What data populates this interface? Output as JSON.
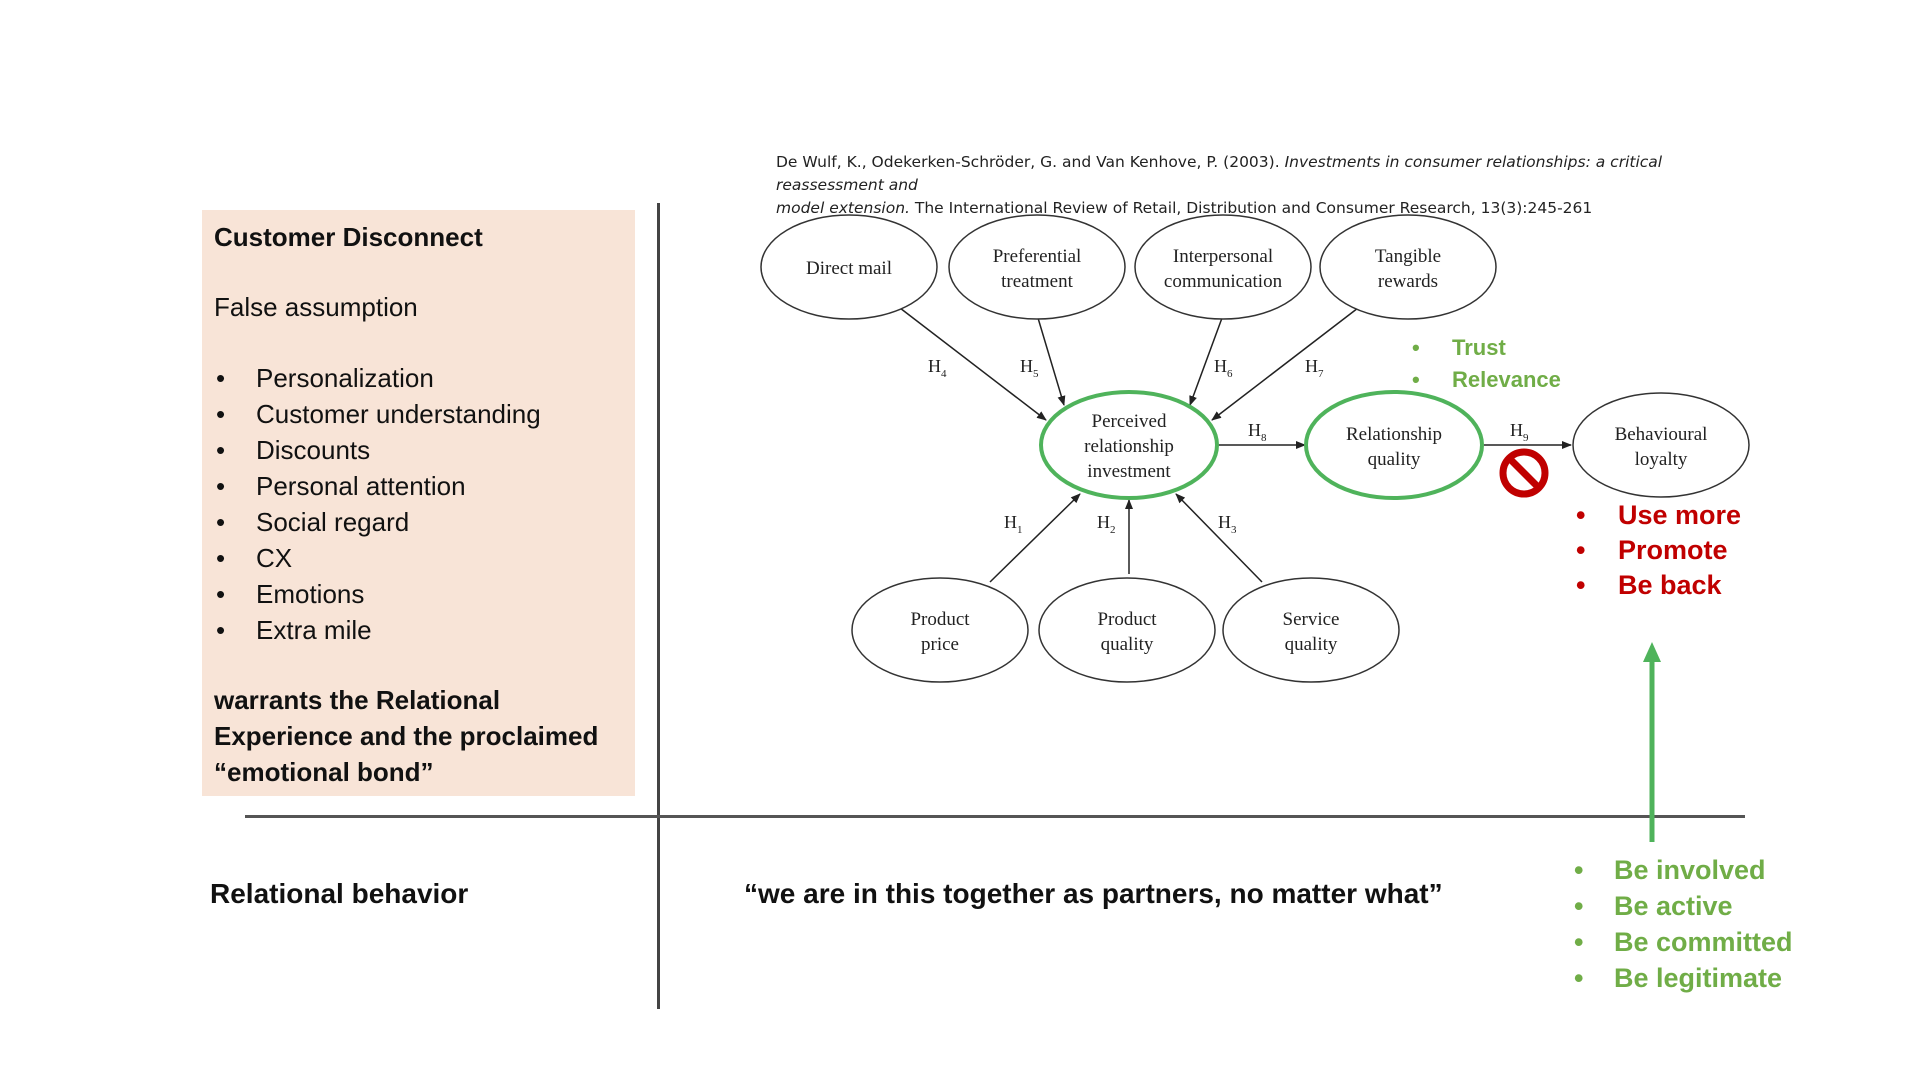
{
  "left_panel": {
    "title": "Customer Disconnect",
    "subtitle": "False assumption",
    "items": [
      "Personalization",
      "Customer understanding",
      "Discounts",
      "Personal attention",
      "Social regard",
      "CX",
      "Emotions",
      "Extra mile"
    ],
    "footer": [
      "warrants the Relational",
      "Experience and the proclaimed",
      "“emotional bond”"
    ]
  },
  "bottom": {
    "left_label": "Relational behavior",
    "quote": "“we are in this together as partners, no matter what”"
  },
  "citation": {
    "authors": "De Wulf, K., Odekerken-Schröder, G. and Van Kenhove, P. (2003).",
    "title_line1": "Investments in consumer relationships: a critical reassessment and",
    "title_line2": "model extension.",
    "journal": "The International Review of Retail, Distribution and Consumer Research, 13(3):245-261"
  },
  "diagram": {
    "nodes": {
      "direct_mail": [
        "Direct mail"
      ],
      "preferential_treatment": [
        "Preferential",
        "treatment"
      ],
      "interpersonal_communication": [
        "Interpersonal",
        "communication"
      ],
      "tangible_rewards": [
        "Tangible",
        "rewards"
      ],
      "perceived_investment": [
        "Perceived",
        "relationship",
        "investment"
      ],
      "relationship_quality": [
        "Relationship",
        "quality"
      ],
      "behavioural_loyalty": [
        "Behavioural",
        "loyalty"
      ],
      "product_price": [
        "Product",
        "price"
      ],
      "product_quality": [
        "Product",
        "quality"
      ],
      "service_quality": [
        "Service",
        "quality"
      ]
    },
    "hypotheses": {
      "h1": "H",
      "h1_sub": "1",
      "h2": "H",
      "h2_sub": "2",
      "h3": "H",
      "h3_sub": "3",
      "h4": "H",
      "h4_sub": "4",
      "h5": "H",
      "h5_sub": "5",
      "h6": "H",
      "h6_sub": "6",
      "h7": "H",
      "h7_sub": "7",
      "h8": "H",
      "h8_sub": "8",
      "h9": "H",
      "h9_sub": "9"
    },
    "highlight_color": "#4fb35b",
    "blocked_icon": "no-entry-icon"
  },
  "annotations": {
    "bullet": "•",
    "trust_relevance": [
      "Trust",
      "Relevance"
    ],
    "loyalty_outcomes": [
      "Use more",
      "Promote",
      "Be back"
    ],
    "relational_behaviors": [
      "Be involved",
      "Be active",
      "Be committed",
      "Be legitimate"
    ]
  },
  "colors": {
    "panel": "#f8e4d7",
    "green": "#70ad47",
    "red": "#c00000"
  }
}
